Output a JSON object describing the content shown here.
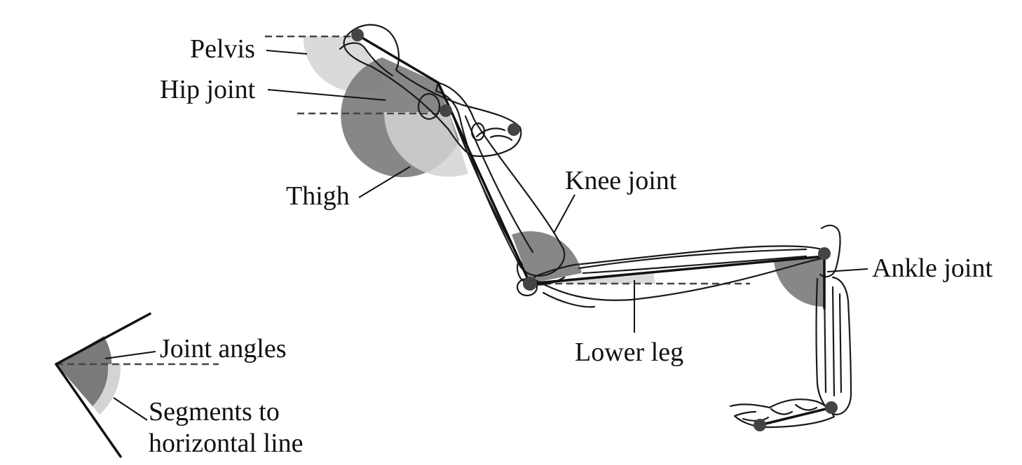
{
  "labels": {
    "pelvis": "Pelvis",
    "hip_joint": "Hip joint",
    "thigh": "Thigh",
    "knee_joint": "Knee joint",
    "ankle_joint": "Ankle joint",
    "lower_leg": "Lower leg",
    "joint_angles": "Joint angles",
    "segments_line1": "Segments to",
    "segments_line2": "horizontal line"
  },
  "colors": {
    "joint_angle_sector": "#7a7a7a",
    "segment_angle_sector": "#d4d4d4",
    "joint_marker": "#444444",
    "line": "#111111"
  }
}
